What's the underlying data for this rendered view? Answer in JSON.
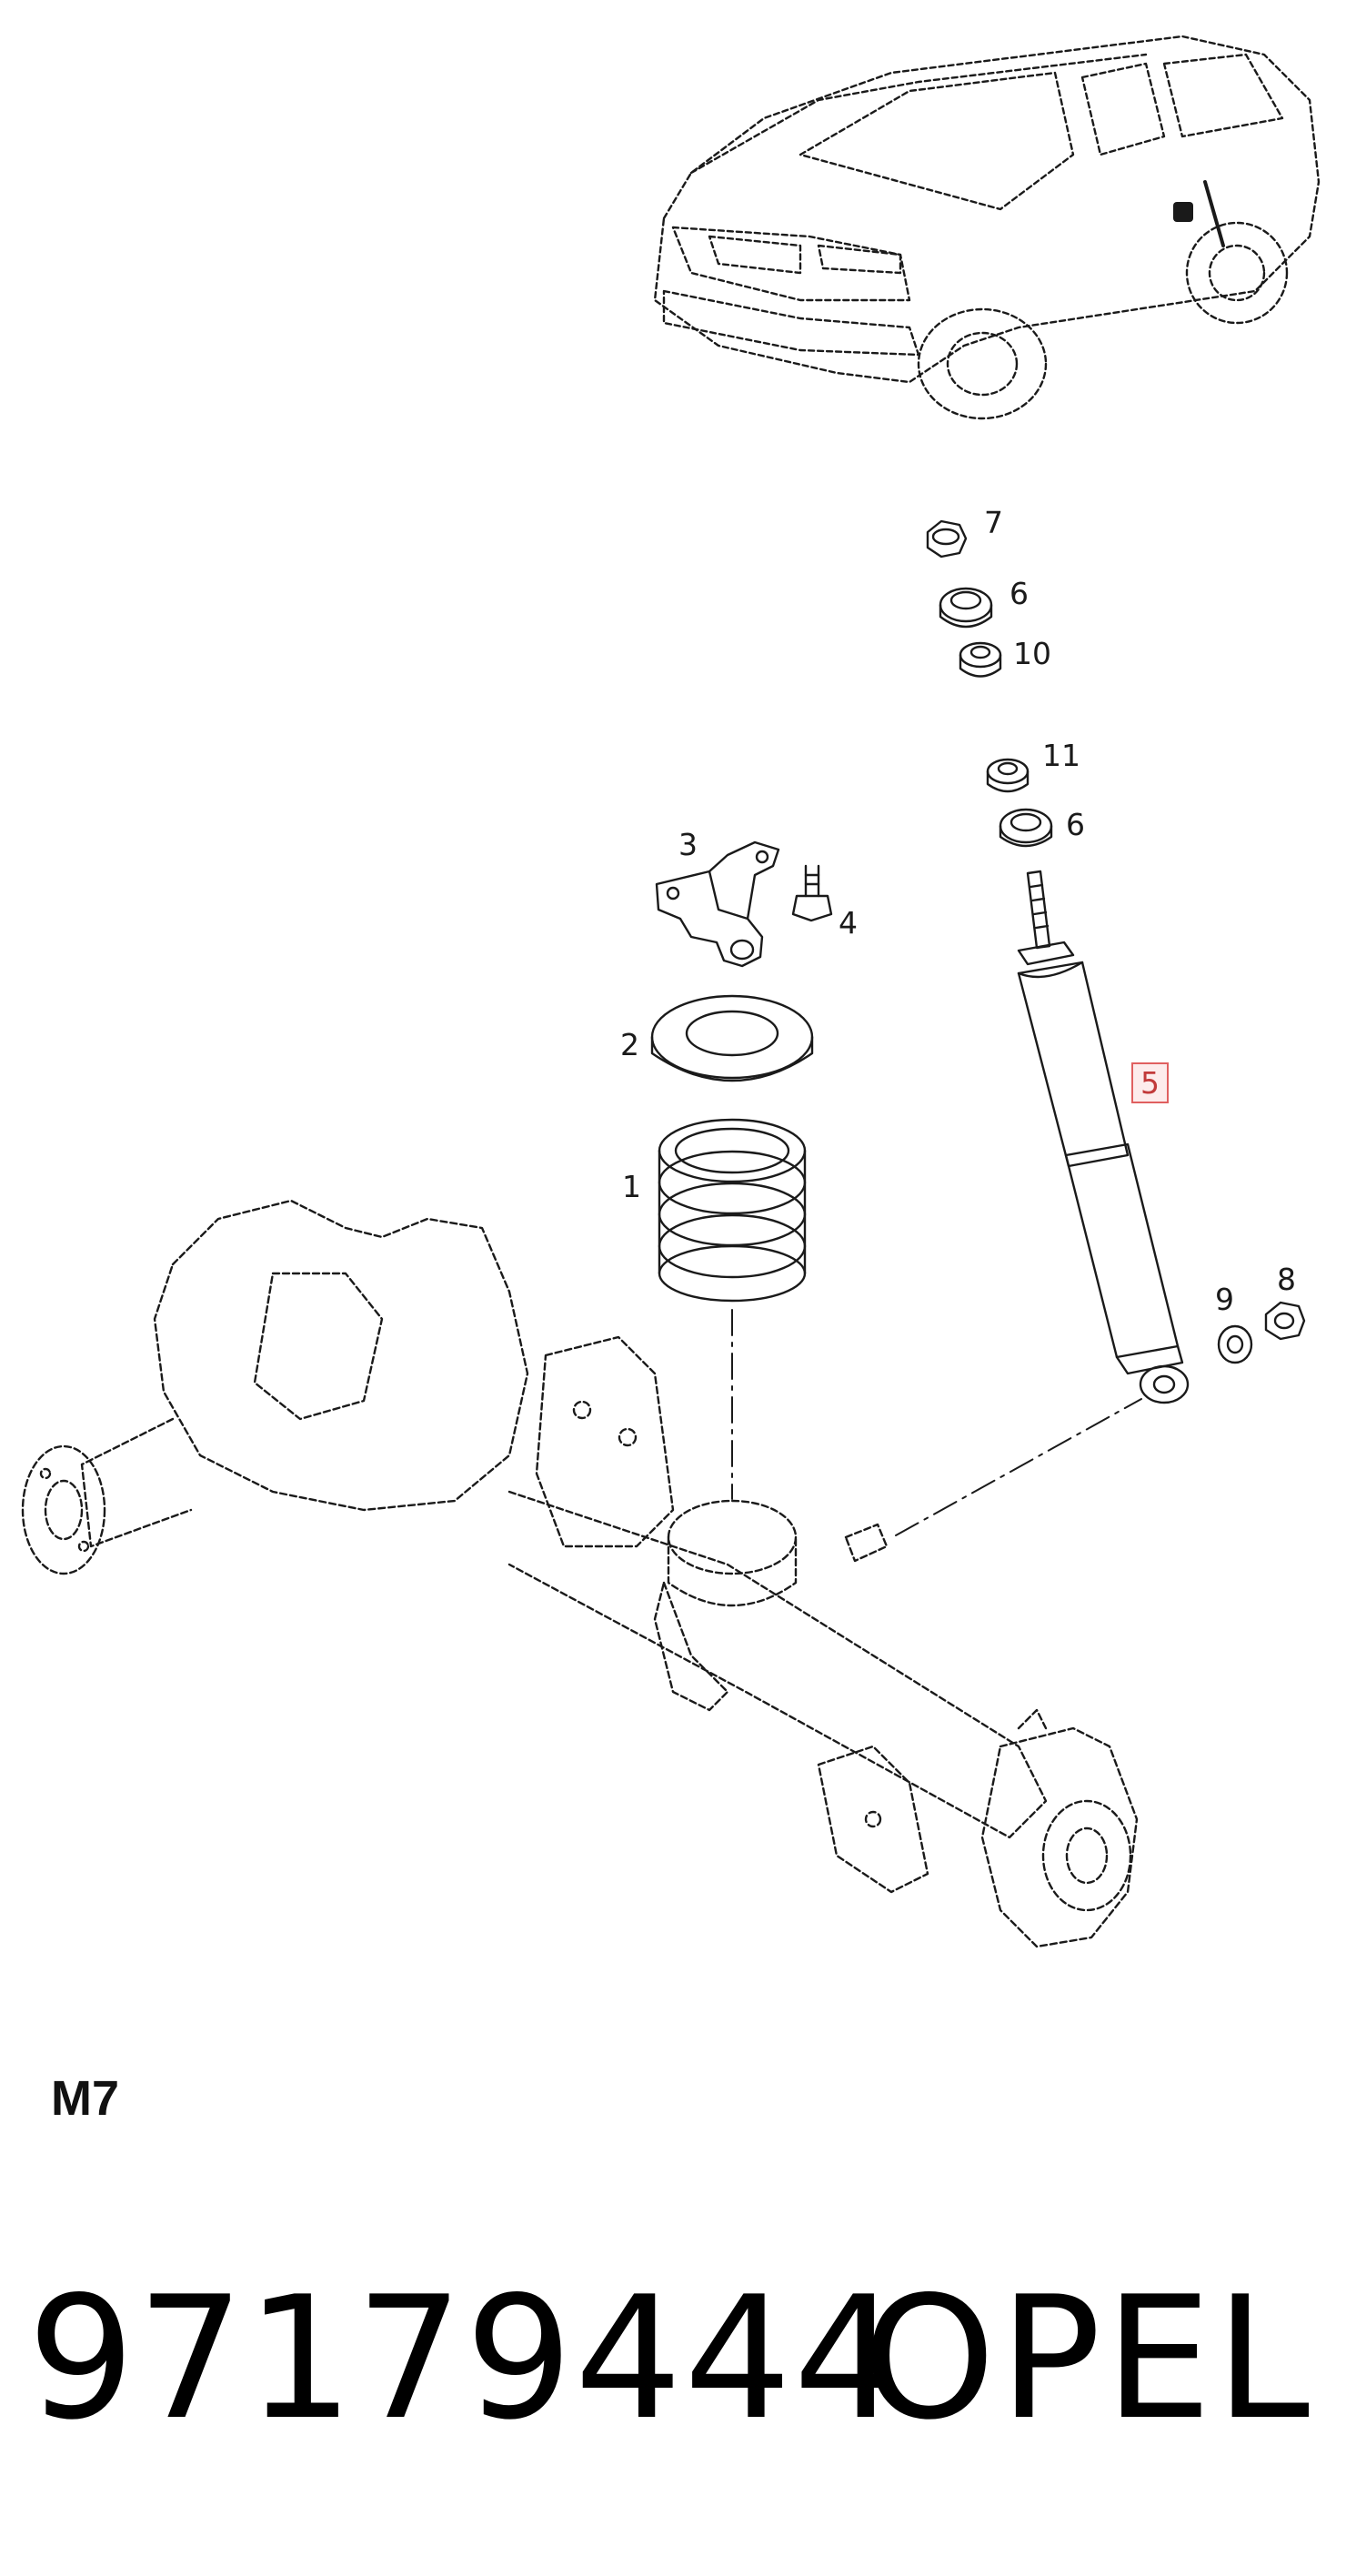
{
  "callouts": {
    "p1": "1",
    "p2": "2",
    "p3": "3",
    "p4": "4",
    "p5": "5",
    "p6a": "6",
    "p6b": "6",
    "p7": "7",
    "p8": "8",
    "p9": "9",
    "p10": "10",
    "p11": "11"
  },
  "diagram_code": "M7",
  "part_number": "97179444",
  "brand": "OPEL",
  "colors": {
    "line": "#1a1a1a",
    "highlight_border": "#e06060",
    "highlight_fill": "#fdecec"
  }
}
